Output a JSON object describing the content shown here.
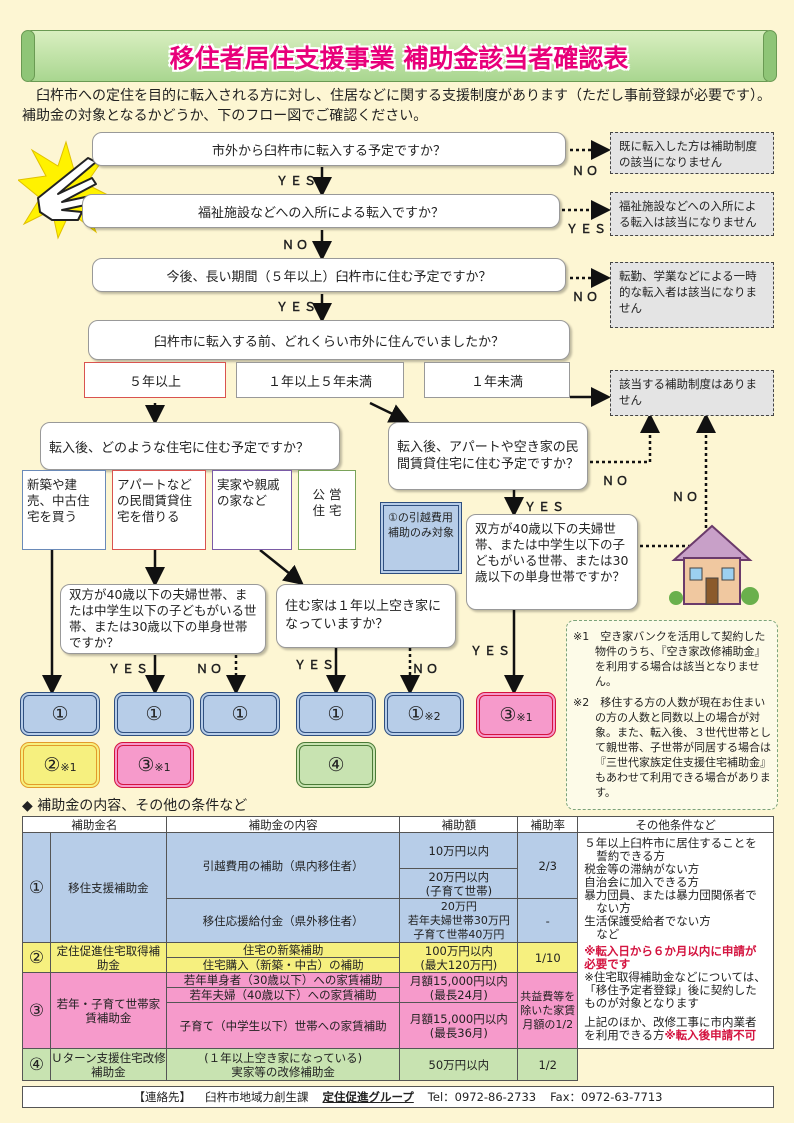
{
  "title": "移住者居住支援事業 補助金該当者確認表",
  "intro": "臼杵市への定住を目的に転入される方に対し、住居などに関する支援制度があります（ただし事前登録が必要です）。補助金の対象となるかどうか、下のフロー図でご確認ください。",
  "flow": {
    "q1": "市外から臼杵市に転入する予定ですか？",
    "q2": "福祉施設などへの入所による転入ですか？",
    "q3": "今後、長い期間（５年以上）臼杵市に住む予定ですか？",
    "q4": "臼杵市に転入する前、どれくらい市外に住んでいましたか？",
    "q5": "転入後、どのような住宅に住む予定ですか？",
    "q6": "転入後、アパートや空き家の民間賃貸住宅に住む予定ですか？",
    "q7": "双方が40歳以下の夫婦世帯、または中学生以下の子どもがいる世帯、または30歳以下の単身世帯ですか？",
    "q8": "住む家は１年以上空き家になっていますか？",
    "q9": "双方が40歳以下の夫婦世帯、または中学生以下の子どもがいる世帯、または30歳以下の単身世帯ですか？",
    "yes": "ＹＥＳ",
    "no": "ＮＯ",
    "note1": "既に転入した方は補助制度の該当になりません",
    "note2": "福祉施設などへの入所による転入は該当になりません",
    "note3": "転勤、学業などによる一時的な転入者は該当になりません",
    "note4": "該当する補助制度はありません",
    "dur1": "５年以上",
    "dur2": "１年以上５年未満",
    "dur3": "１年未満",
    "h1": "新築や建売、中古住宅を買う",
    "h2": "アパートなどの民間賃貸住宅を借りる",
    "h3": "実家や親戚の家など",
    "h4": "公 営\n住 宅",
    "only1": "①の引越費用補助のみ対象",
    "r1": "①",
    "r2": "②",
    "r3": "③",
    "r4": "④",
    "s1": "※1",
    "s2": "※2"
  },
  "footnotes": [
    "※1　空き家バンクを活用して契約した物件のうち、『空き家改修補助金』を利用する場合は該当となりません。",
    "※2　移住する方の人数が現在お住まいの方の人数と同数以上の場合が対象。また、転入後、３世代世帯として親世帯、子世帯が同居する場合は『三世代家族定住支援住宅補助金』もあわせて利用できる場合があります。"
  ],
  "section_title": "◆ 補助金の内容、その他の条件など",
  "table": {
    "headers": [
      "補助金名",
      "補助金の内容",
      "補助額",
      "補助率",
      "その他条件など"
    ],
    "row1": {
      "num": "①",
      "name": "移住支援補助金",
      "c1": "引越費用の補助（県内移住者）",
      "a1": "10万円以内",
      "a2": "20万円以内\n(子育て世帯)",
      "rate1": "2/3",
      "c2": "移住応援給付金（県外移住者）",
      "a3": "20万円\n若年夫婦世帯30万円\n子育て世帯40万円",
      "rate2": "-"
    },
    "row2": {
      "num": "②",
      "name": "定住促進住宅取得補助金",
      "c1": "住宅の新築補助",
      "c2": "住宅購入（新築・中古）の補助",
      "a1": "100万円以内\n(最大120万円)",
      "rate": "1/10"
    },
    "row3": {
      "num": "③",
      "name": "若年・子育て世帯家賃補助金",
      "c1": "若年単身者（30歳以下）への家賃補助",
      "c2": "若年夫婦（40歳以下）への家賃補助",
      "c3": "子育て（中学生以下）世帯への家賃補助",
      "a1": "月額15,000円以内\n(最長24月)",
      "a2": "月額15,000円以内\n(最長36月)",
      "rate": "共益費等を除いた家賃月額の1/2"
    },
    "row4": {
      "num": "④",
      "name": "Ｕターン支援住宅改修補助金",
      "c1": "(１年以上空き家になっている)\n実家等の改修補助金",
      "a1": "50万円以内",
      "rate": "1/2"
    },
    "conditions": [
      "５年以上臼杵市に居住することを誓約できる方",
      "税金等の滞納がない方",
      "自治会に加入できる方",
      "暴力団員、または暴力団関係者でない方",
      "生活保護受給者でない方"
    ],
    "cond_etc": "など",
    "cond_red1": "※転入日から６か月以内に申請が必要です",
    "cond_note": "※住宅取得補助金などについては、「移住予定者登録」後に契約したものが対象となります",
    "cond_last": "上記のほか、改修工事に市内業者を利用できる方",
    "cond_red2": "※転入後申請不可"
  },
  "contact": {
    "label": "【連絡先】",
    "dept": "臼杵市地域力創生課",
    "group": "定住促進グループ",
    "tel": "Tel：0972-86-2733",
    "fax": "Fax：0972-63-7713"
  }
}
